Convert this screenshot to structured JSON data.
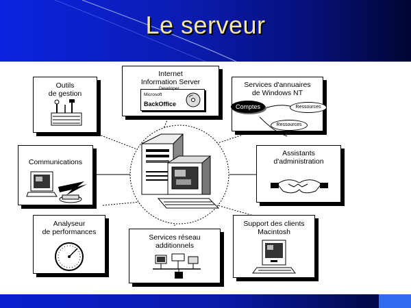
{
  "title": "Le serveur",
  "colors": {
    "header_start": "#0c24e0",
    "header_end": "#020633",
    "title_text": "#f3e7a6",
    "footer_accent": "#2f6cf0"
  },
  "boxes": {
    "outils": {
      "line1": "Outils",
      "line2": "de gestion"
    },
    "iis": {
      "line1": "Internet",
      "line2": "Information Server",
      "sub_label": "BackOffice",
      "tiny_left": "Microsoft",
      "tiny_right": "Developer"
    },
    "annuaires": {
      "line1": "Services d'annuaires",
      "line2": "de Windows NT",
      "comptes": "Comptes",
      "ressources1": "Ressources",
      "ressources2": "Ressources"
    },
    "communications": {
      "line1": "Communications"
    },
    "assistants": {
      "line1": "Assistants",
      "line2": "d'administration"
    },
    "analyseur": {
      "line1": "Analyseur",
      "line2": "de performances"
    },
    "reseau": {
      "line1": "Services réseau",
      "line2": "additionnels"
    },
    "macintosh": {
      "line1": "Support des clients",
      "line2": "Macintosh"
    }
  }
}
